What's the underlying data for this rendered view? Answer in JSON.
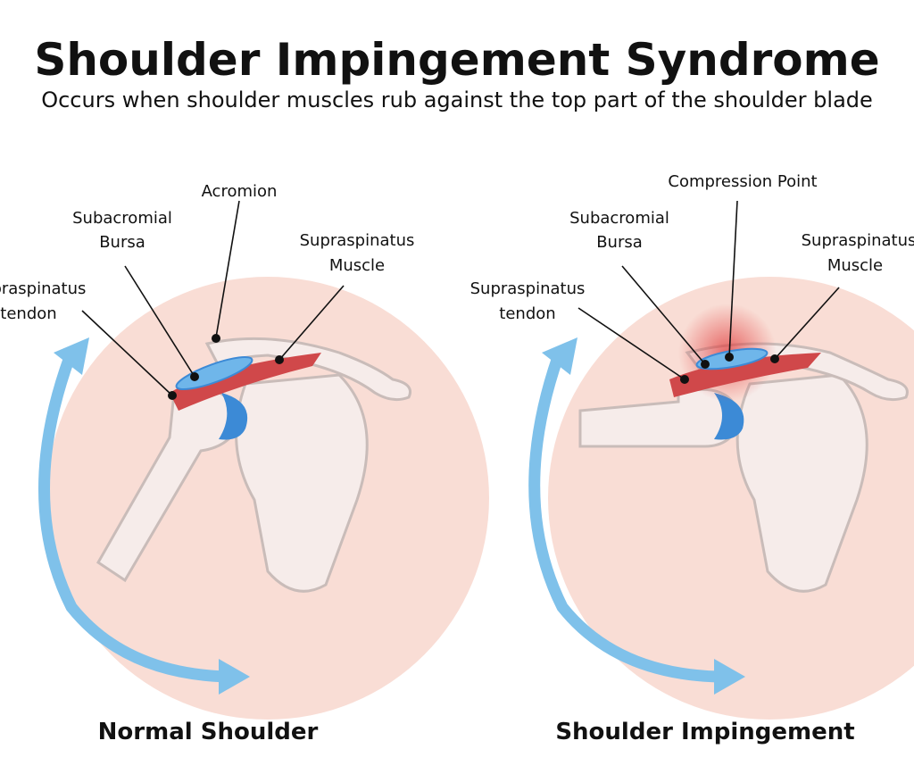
{
  "header": {
    "title": "Shoulder Impingement Syndrome",
    "subtitle": "Occurs when shoulder muscles rub against the top part of the shoulder blade"
  },
  "normal": {
    "caption": "Normal Shoulder",
    "labels": {
      "acromion": "Acromion",
      "bursa_1": "Subacromial",
      "bursa_2": "Bursa",
      "muscle_1": "Supraspinatus",
      "muscle_2": "Muscle",
      "tendon_1": "Supraspinatus",
      "tendon_2": "tendon"
    }
  },
  "impingement": {
    "caption": "Shoulder Impingement",
    "labels": {
      "compression": "Compression Point",
      "bursa_1": "Subacromial",
      "bursa_2": "Bursa",
      "muscle_1": "Supraspinatus",
      "muscle_2": "Muscle",
      "tendon_1": "Supraspinatus",
      "tendon_2": "tendon"
    }
  },
  "colors": {
    "circle": "#f9ddd5",
    "arrow": "#7fc1ea",
    "muscle": "#d0484a",
    "bursa": "#4a9be0",
    "bone": "#f6ecea"
  }
}
